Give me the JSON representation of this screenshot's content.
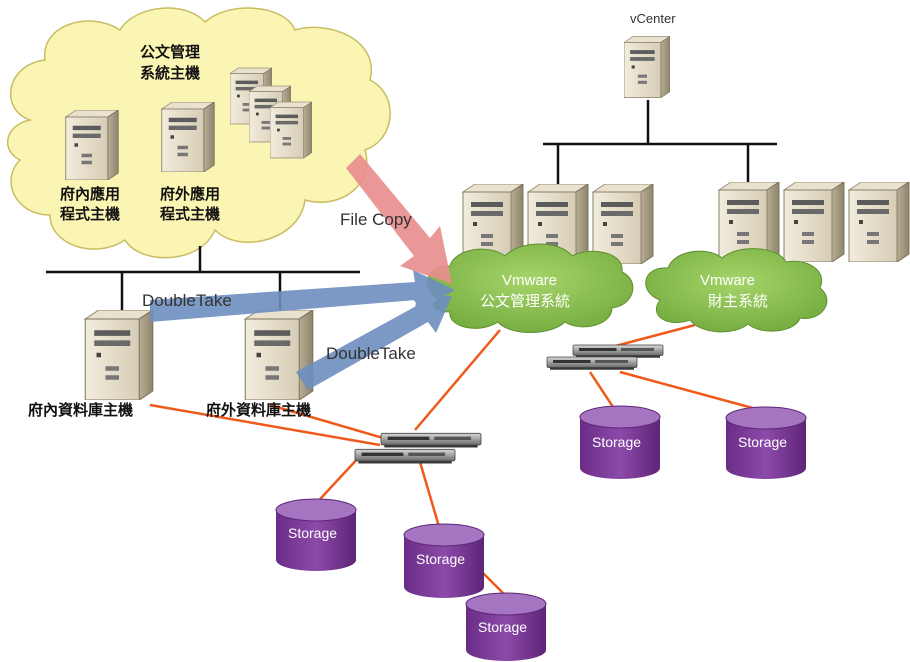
{
  "labels": {
    "vcenter": "vCenter",
    "cloud_title_line1": "公文管理",
    "cloud_title_line2": "系統主機",
    "inner_app_line1": "府內應用",
    "inner_app_line2": "程式主機",
    "outer_app_line1": "府外應用",
    "outer_app_line2": "程式主機",
    "file_copy": "File Copy",
    "doubletake_1": "DoubleTake",
    "doubletake_2": "DoubleTake",
    "inner_db": "府內資料庫主機",
    "outer_db": "府外資料庫主機"
  },
  "clouds": {
    "vmware_doc_line1": "Vmware",
    "vmware_doc_line2": "公文管理系統",
    "vmware_fin_line1": "Vmware",
    "vmware_fin_line2": "財主系統"
  },
  "storage": [
    "Storage",
    "Storage",
    "Storage",
    "Storage",
    "Storage"
  ],
  "colors": {
    "cloud_yellow": "#fbf5b4",
    "cloud_green": "#8fc34f",
    "arrow_blue": "#6e8fc0",
    "arrow_red": "#e88e8e",
    "link_orange": "#ef5a1a",
    "storage_purple": "#7e3d9a"
  }
}
